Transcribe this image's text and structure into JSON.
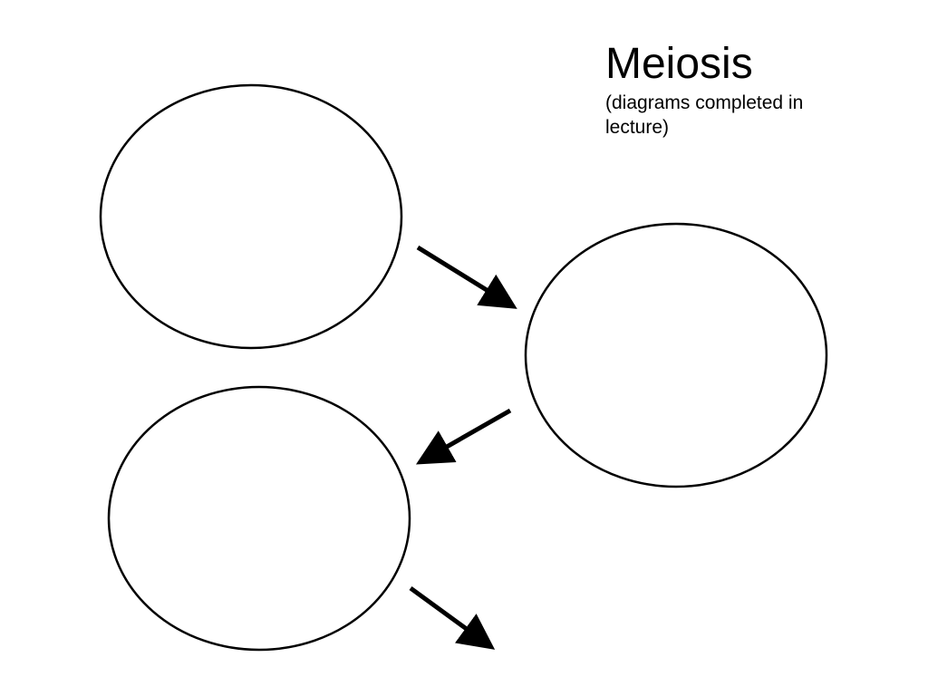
{
  "slide": {
    "title": "Meiosis",
    "subtitle": "(diagrams completed in lecture)"
  },
  "colors": {
    "stroke": "#000000",
    "background": "#ffffff"
  },
  "diagram": {
    "cells": [
      {
        "id": "cell-1",
        "label": ""
      },
      {
        "id": "cell-2",
        "label": ""
      },
      {
        "id": "cell-3",
        "label": ""
      }
    ],
    "arrows": [
      {
        "id": "arrow-1",
        "from": "cell-1",
        "to": "cell-2"
      },
      {
        "id": "arrow-2",
        "from": "cell-2",
        "to": "cell-3"
      },
      {
        "id": "arrow-3",
        "from": "cell-3",
        "to": "next"
      }
    ]
  }
}
